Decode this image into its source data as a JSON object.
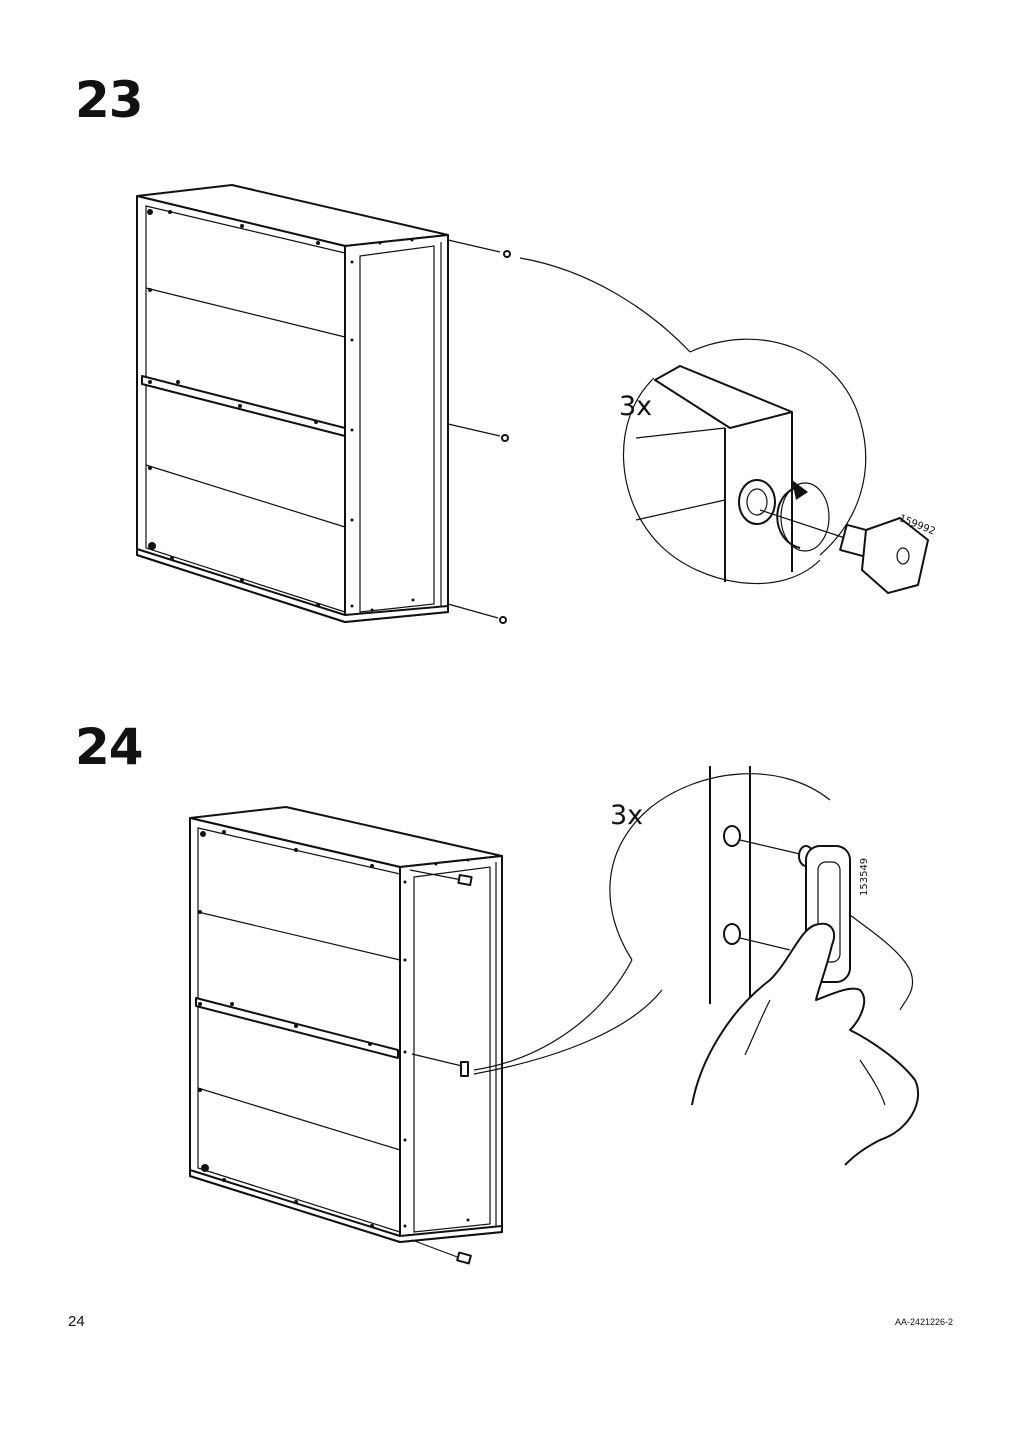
{
  "steps": [
    {
      "number": "23",
      "quantity": "3x",
      "part_number": "159992"
    },
    {
      "number": "24",
      "quantity": "3x",
      "part_number": "153549"
    }
  ],
  "footer": {
    "page_number": "24",
    "doc_code": "AA-2421226-2"
  },
  "icons": {
    "step23_part": "hex-leveling-foot-icon",
    "step24_part": "plastic-plug-icon",
    "rotate": "clockwise-arrow-icon",
    "hand": "hand-icon"
  }
}
